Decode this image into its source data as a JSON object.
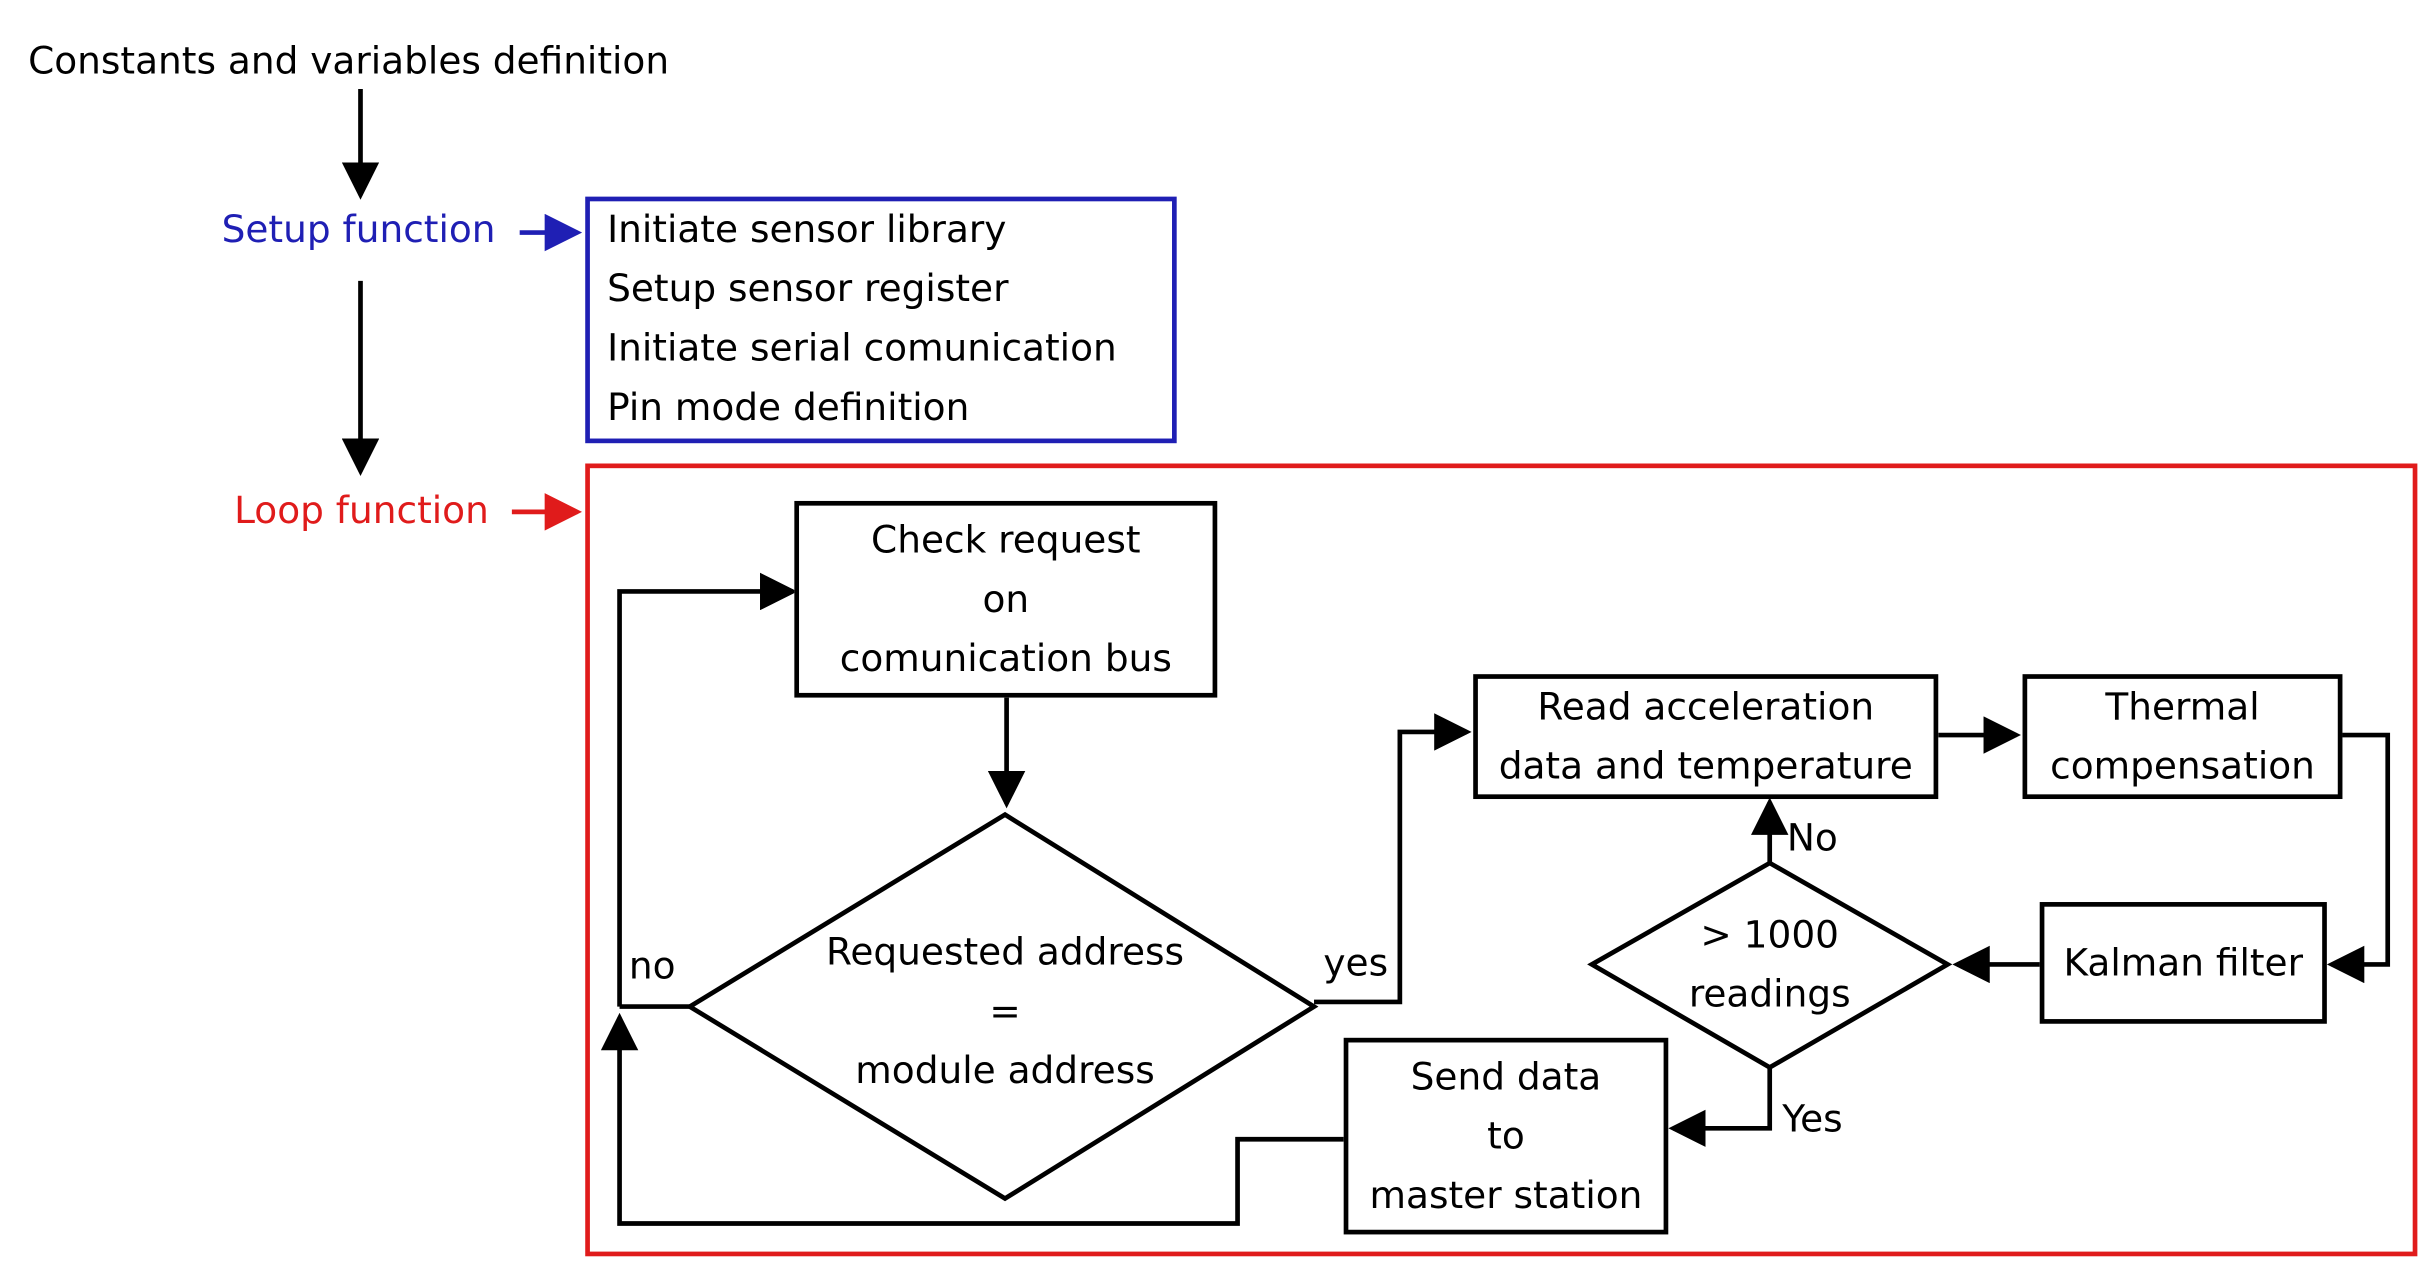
{
  "constants_label": "Constants and variables definition",
  "setup": {
    "label": "Setup function",
    "color": "#1f1fb4",
    "items": [
      "Initiate sensor library",
      "Setup sensor register",
      "Initiate serial comunication",
      "Pin mode definition"
    ]
  },
  "loop": {
    "label": "Loop function",
    "color": "#e01b1b"
  },
  "nodes": {
    "check_request": [
      "Check request",
      "on",
      "comunication bus"
    ],
    "decision_address": [
      "Requested address",
      "=",
      "module address"
    ],
    "read_data": [
      "Read acceleration",
      "data and temperature"
    ],
    "thermal": [
      "Thermal",
      "compensation"
    ],
    "kalman": [
      "Kalman filter"
    ],
    "decision_readings": [
      "> 1000",
      "readings"
    ],
    "send_data": [
      "Send data",
      "to",
      "master station"
    ]
  },
  "edge_labels": {
    "no": "no",
    "yes": "yes",
    "No": "No",
    "Yes": "Yes"
  }
}
